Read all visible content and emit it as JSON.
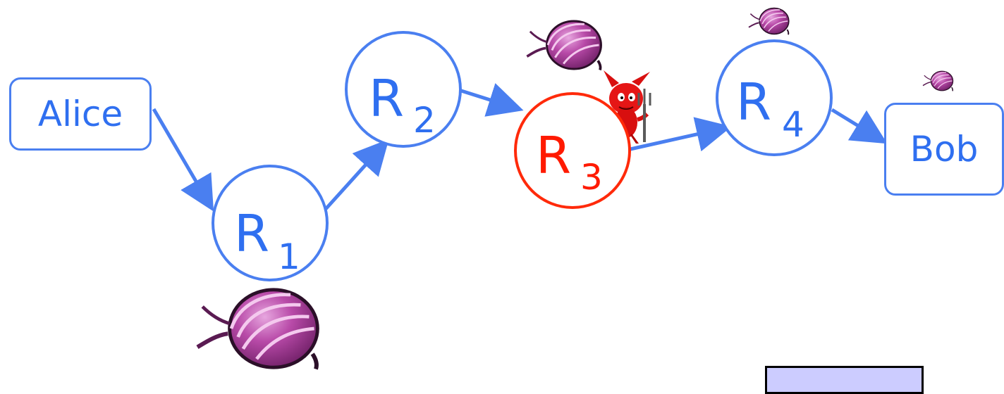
{
  "colors": {
    "relay_stroke": "#4a7ff0",
    "relay_text": "#2f6ff0",
    "compromised_stroke": "#ff2a0a",
    "compromised_text": "#ff1a00",
    "arrow": "#4a7ff0",
    "onion": "#a63d96",
    "box_fill": "#ccccff"
  },
  "endpoints": {
    "sender": "Alice",
    "receiver": "Bob"
  },
  "relays": [
    {
      "letter": "R",
      "index": "1",
      "compromised": false
    },
    {
      "letter": "R",
      "index": "2",
      "compromised": false
    },
    {
      "letter": "R",
      "index": "3",
      "compromised": true
    },
    {
      "letter": "R",
      "index": "4",
      "compromised": false
    }
  ],
  "icons": {
    "onion": "onion-icon",
    "attacker": "devil-icon"
  }
}
